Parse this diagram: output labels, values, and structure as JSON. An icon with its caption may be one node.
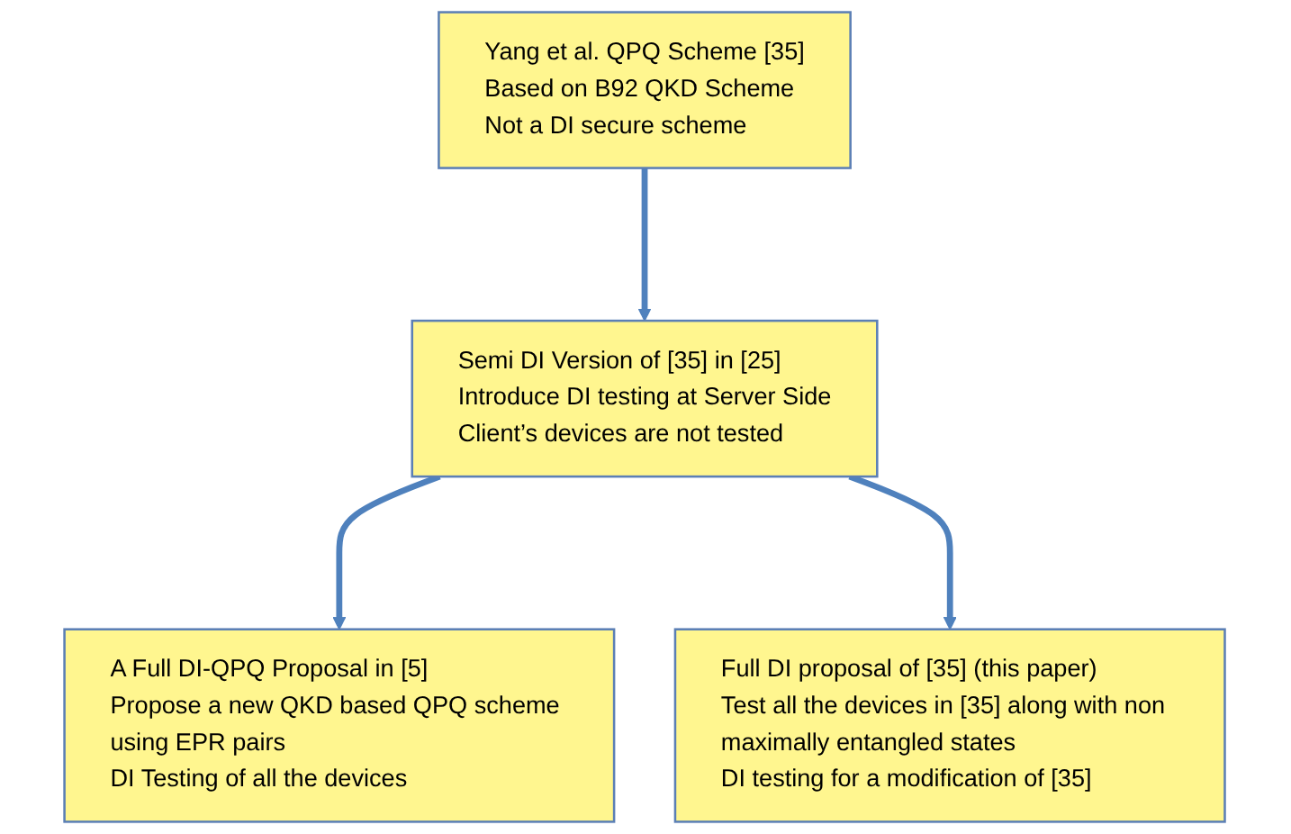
{
  "diagram": {
    "nodes": [
      {
        "text": [
          "Yang et al. QPQ Scheme [35]",
          "Based on B92 QKD Scheme",
          "Not a DI secure scheme"
        ]
      },
      {
        "text": [
          "Semi DI Version of  [35] in [25]",
          "Introduce DI testing at Server Side",
          "Client’s devices are not tested"
        ]
      },
      {
        "text": [
          "A Full DI-QPQ Proposal in [5]",
          "Propose a new QKD based QPQ scheme using EPR pairs",
          "DI Testing of all the devices"
        ]
      },
      {
        "text": [
          "Full DI proposal of [35] (this paper)",
          "Test all the devices in [35] along with non maximally entangled states",
          "DI testing for a modification of [35]"
        ]
      }
    ],
    "edges": [
      {
        "from": 0,
        "to": 1,
        "arrow": "to"
      },
      {
        "from": 1,
        "to": 2,
        "arrow": "to"
      },
      {
        "from": 1,
        "to": 3,
        "arrow": "to"
      }
    ]
  }
}
